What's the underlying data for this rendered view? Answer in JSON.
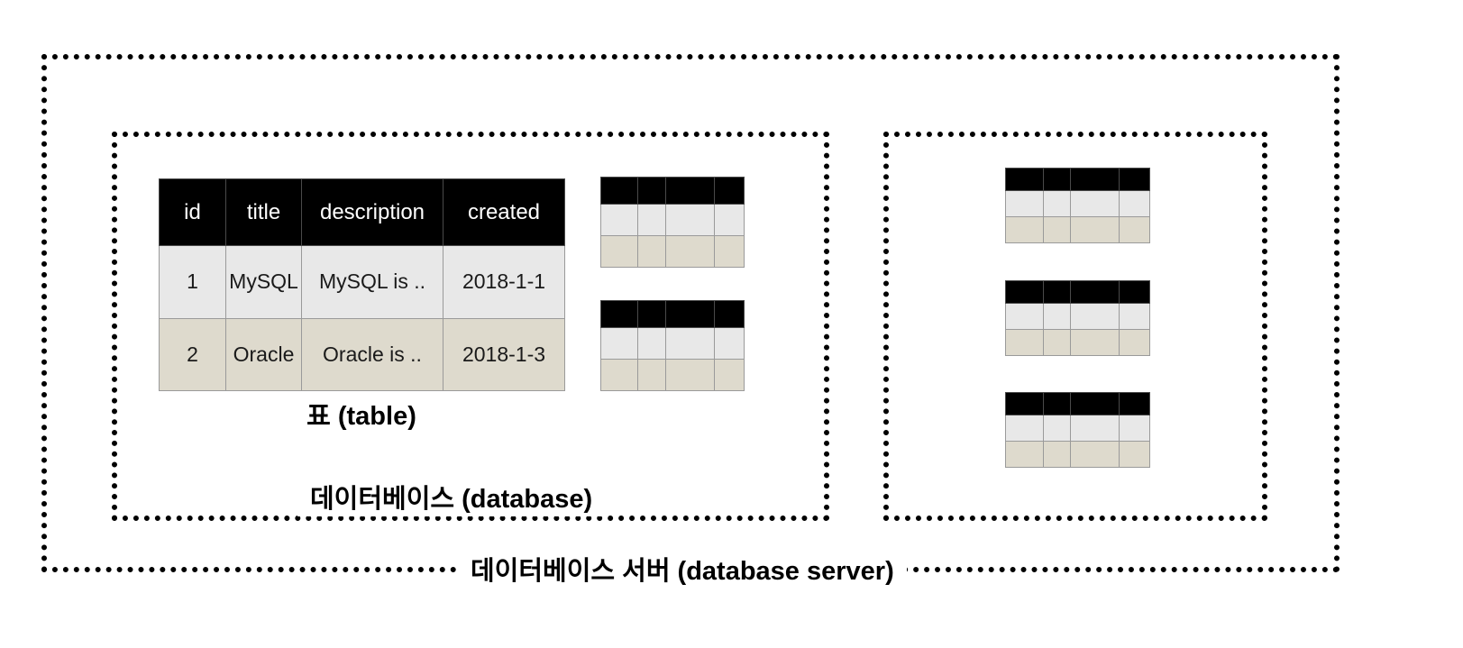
{
  "diagram": {
    "server_label": "데이터베이스 서버 (database server)",
    "database_label": "데이터베이스 (database)",
    "table_label": "표 (table)"
  },
  "main_table": {
    "columns": [
      "id",
      "title",
      "description",
      "created"
    ],
    "rows": [
      {
        "id": "1",
        "title": "MySQL",
        "description": "MySQL is ..",
        "created": "2018-1-1"
      },
      {
        "id": "2",
        "title": "Oracle",
        "description": "Oracle is ..",
        "created": "2018-1-3"
      }
    ]
  },
  "colors": {
    "header_bg": "#000000",
    "row_light": "#e8e8e8",
    "row_beige": "#dedacd",
    "border": "#9a9a9a",
    "dotted": "#000000"
  },
  "mini_tables": {
    "left_database_count": 2,
    "right_database_count": 3
  }
}
